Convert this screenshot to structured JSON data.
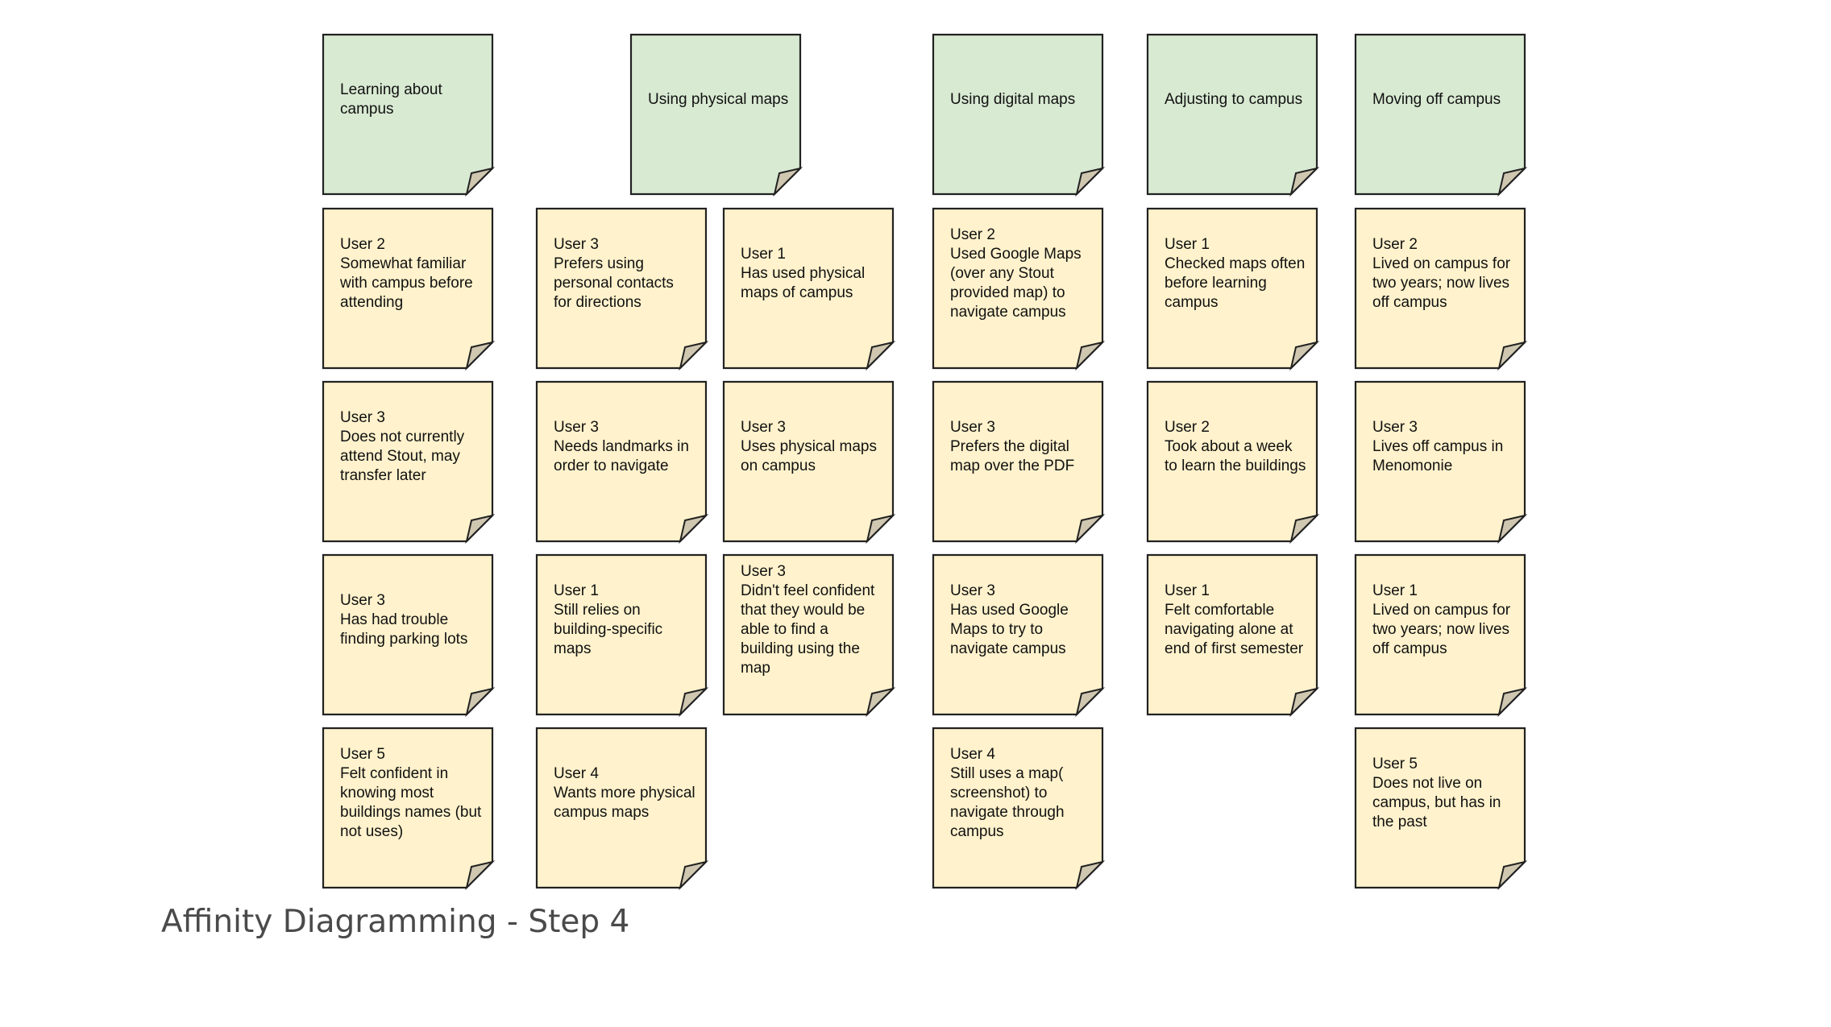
{
  "colors": {
    "header_fill": "#d9ead3",
    "note_fill": "#fff2cc",
    "fold_fill": "#cfc7b0",
    "stroke": "#222222",
    "caption": "#4a4a4a"
  },
  "caption": "Affinity Diagramming - Step 4",
  "headers": [
    {
      "label": "Learning about campus"
    },
    {
      "label": "Using physical maps"
    },
    {
      "label": "Using digital maps"
    },
    {
      "label": "Adjusting to campus"
    },
    {
      "label": "Moving off campus"
    }
  ],
  "columns": [
    {
      "notes": [
        {
          "user": "User 2",
          "text": "Somewhat familiar with campus before attending"
        },
        {
          "user": "User 3",
          "text": "Does not currently attend Stout, may transfer later"
        },
        {
          "user": "User 3",
          "text": "Has had trouble finding parking lots"
        },
        {
          "user": "User 5",
          "text": "Felt confident in knowing most buildings names (but not uses)"
        }
      ]
    },
    {
      "notes": [
        {
          "user": "User 3",
          "text": "Prefers using personal contacts for directions"
        },
        {
          "user": "User 3",
          "text": "Needs landmarks in order to navigate"
        },
        {
          "user": "User 1",
          "text": "Still relies on building-specific maps"
        },
        {
          "user": "User 4",
          "text": "Wants more physical campus maps"
        }
      ]
    },
    {
      "notes": [
        {
          "user": "User 1",
          "text": "Has used physical maps of campus"
        },
        {
          "user": "User 3",
          "text": "Uses physical maps on campus"
        },
        {
          "user": "User 3",
          "text": "Didn't feel confident that they would be able to find a building using the map"
        }
      ]
    },
    {
      "notes": [
        {
          "user": "User 2",
          "text": "Used Google Maps (over any Stout provided map) to navigate campus"
        },
        {
          "user": "User 3",
          "text": "Prefers the digital map over the PDF"
        },
        {
          "user": "User 3",
          "text": "Has used Google Maps to try to navigate campus"
        },
        {
          "user": "User 4",
          "text": "Still uses a map( screenshot) to navigate through campus"
        }
      ]
    },
    {
      "notes": [
        {
          "user": "User 1",
          "text": "Checked maps often before learning campus"
        },
        {
          "user": "User 2",
          "text": "Took about a week to learn the buildings"
        },
        {
          "user": "User 1",
          "text": "Felt comfortable navigating alone at end of first semester"
        }
      ]
    },
    {
      "notes": [
        {
          "user": "User 2",
          "text": "Lived on campus for two years; now lives off campus"
        },
        {
          "user": "User 3",
          "text": "Lives off campus in Menomonie"
        },
        {
          "user": "User 1",
          "text": "Lived on campus for two years; now lives off campus"
        },
        {
          "user": "User 5",
          "text": "Does not live on campus, but has in the past"
        }
      ]
    }
  ]
}
